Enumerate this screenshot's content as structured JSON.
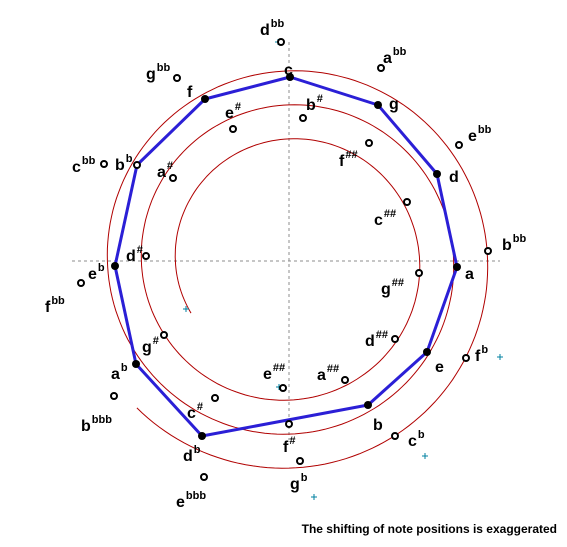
{
  "colors": {
    "spiral": "#b00000",
    "path": "#2b1fd6",
    "axis": "#8c8c8c",
    "marker": "#0080a0",
    "dot": "#000000"
  },
  "caption": "The shifting of note positions is exaggerated",
  "notes": [
    {
      "id": "d-double-flat",
      "letter": "d",
      "acc": "bb",
      "dot": "open"
    },
    {
      "id": "a-double-flat",
      "letter": "a",
      "acc": "bb",
      "dot": "open"
    },
    {
      "id": "e-double-flat",
      "letter": "e",
      "acc": "bb",
      "dot": "open"
    },
    {
      "id": "b-double-flat",
      "letter": "b",
      "acc": "bb",
      "dot": "open"
    },
    {
      "id": "f-flat",
      "letter": "f",
      "acc": "b",
      "dot": "open"
    },
    {
      "id": "c-flat",
      "letter": "c",
      "acc": "b",
      "dot": "open"
    },
    {
      "id": "g-flat",
      "letter": "g",
      "acc": "b",
      "dot": "open"
    },
    {
      "id": "e-triple-flat",
      "letter": "e",
      "acc": "bbb",
      "dot": "open"
    },
    {
      "id": "b-triple-flat",
      "letter": "b",
      "acc": "bbb",
      "dot": "open"
    },
    {
      "id": "f-double-flat",
      "letter": "f",
      "acc": "bb",
      "dot": "open"
    },
    {
      "id": "c-double-flat",
      "letter": "c",
      "acc": "bb",
      "dot": "open"
    },
    {
      "id": "g-double-flat",
      "letter": "g",
      "acc": "bb",
      "dot": "open"
    },
    {
      "id": "c",
      "letter": "c",
      "acc": "",
      "dot": "filled"
    },
    {
      "id": "g",
      "letter": "g",
      "acc": "",
      "dot": "filled"
    },
    {
      "id": "d",
      "letter": "d",
      "acc": "",
      "dot": "filled"
    },
    {
      "id": "a",
      "letter": "a",
      "acc": "",
      "dot": "filled"
    },
    {
      "id": "e",
      "letter": "e",
      "acc": "",
      "dot": "filled"
    },
    {
      "id": "b",
      "letter": "b",
      "acc": "",
      "dot": "filled"
    },
    {
      "id": "d-flat",
      "letter": "d",
      "acc": "b",
      "dot": "filled"
    },
    {
      "id": "a-flat",
      "letter": "a",
      "acc": "b",
      "dot": "filled"
    },
    {
      "id": "e-flat",
      "letter": "e",
      "acc": "b",
      "dot": "filled"
    },
    {
      "id": "b-flat",
      "letter": "b",
      "acc": "b",
      "dot": "open"
    },
    {
      "id": "f",
      "letter": "f",
      "acc": "",
      "dot": "filled"
    },
    {
      "id": "b-sharp",
      "letter": "b",
      "acc": "#",
      "dot": "open"
    },
    {
      "id": "f-double-sharp",
      "letter": "f",
      "acc": "##",
      "dot": "open"
    },
    {
      "id": "c-double-sharp",
      "letter": "c",
      "acc": "##",
      "dot": "open"
    },
    {
      "id": "g-double-sharp",
      "letter": "g",
      "acc": "##",
      "dot": "open"
    },
    {
      "id": "d-double-sharp",
      "letter": "d",
      "acc": "##",
      "dot": "open"
    },
    {
      "id": "a-double-sharp",
      "letter": "a",
      "acc": "##",
      "dot": "open"
    },
    {
      "id": "e-double-sharp",
      "letter": "e",
      "acc": "##",
      "dot": "open"
    },
    {
      "id": "f-sharp",
      "letter": "f",
      "acc": "#",
      "dot": "open"
    },
    {
      "id": "c-sharp",
      "letter": "c",
      "acc": "#",
      "dot": "open"
    },
    {
      "id": "g-sharp",
      "letter": "g",
      "acc": "#",
      "dot": "open"
    },
    {
      "id": "d-sharp",
      "letter": "d",
      "acc": "#",
      "dot": "open"
    },
    {
      "id": "a-sharp",
      "letter": "a",
      "acc": "#",
      "dot": "open"
    },
    {
      "id": "e-sharp",
      "letter": "e",
      "acc": "#",
      "dot": "open"
    }
  ]
}
